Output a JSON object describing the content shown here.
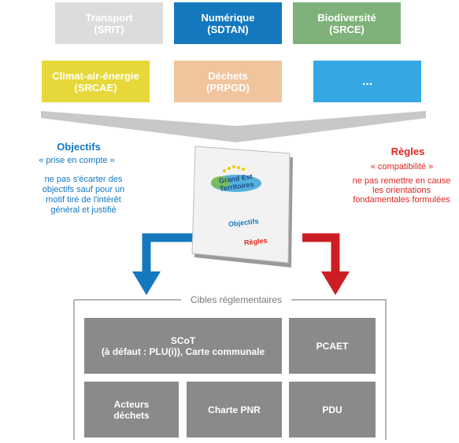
{
  "sources": [
    {
      "line1": "Transport",
      "line2": "(SRIT)",
      "color": "#dcdcdc"
    },
    {
      "line1": "Numérique",
      "line2": "(SDTAN)",
      "color": "#1478bf"
    },
    {
      "line1": "Biodiversité",
      "line2": "(SRCE)",
      "color": "#7fb27a"
    },
    {
      "line1": "Climat-air-énergie",
      "line2": "(SRCAE)",
      "color": "#e6d83a"
    },
    {
      "line1": "Déchets",
      "line2": "(PRPGD)",
      "color": "#f0c49d"
    },
    {
      "line1": "...",
      "line2": "",
      "color": "#35a8e4"
    }
  ],
  "objectifs": {
    "title": "Objectifs",
    "subtitle": "« prise en compte »",
    "description": "ne pas s'écarter des objectifs sauf pour un motif tiré de l'intérêt général et justifié"
  },
  "regles": {
    "title": "Règles",
    "subtitle": "« compatibilité »",
    "description": "ne pas remettre en cause les orientations fondamentales formulées"
  },
  "document": {
    "cover_title_line1": "Grand Est",
    "cover_title_line2": "Territoires",
    "objectifs_label": "Objectifs",
    "regles_label": "Règles"
  },
  "cibles": {
    "title": "Cibles réglementaires",
    "scot_line1": "SCoT",
    "scot_line2": "(à défaut : PLU(i)), Carte communale",
    "pcaet": "PCAET",
    "acteurs_line1": "Acteurs",
    "acteurs_line2": "déchets",
    "charte": "Charte PNR",
    "pdu": "PDU"
  },
  "colors": {
    "blue": "#1478bf",
    "red": "#e0261f",
    "grey_box": "#8a8a8a",
    "funnel": "#c8c8c8",
    "frame": "#b5b5b5"
  }
}
